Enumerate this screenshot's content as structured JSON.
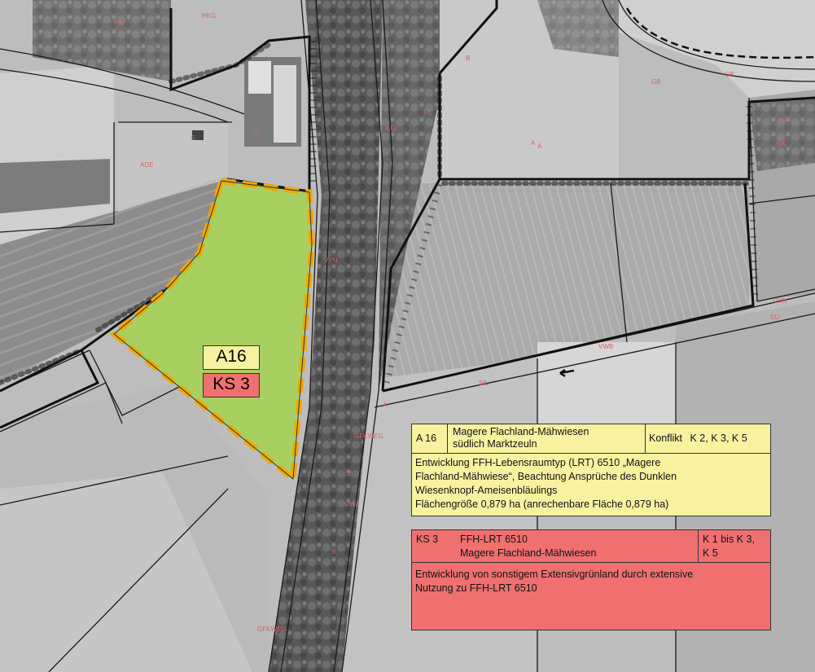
{
  "map": {
    "measure_id": "A16",
    "measure_code": "KS 3",
    "zone_labels": [
      "KG",
      "HKG",
      "A",
      "B",
      "KG",
      "GE",
      "S",
      "ADE",
      "VYN",
      "FE",
      "A",
      "GB",
      "KG",
      "VYN",
      "GB",
      "VWB",
      "SIL",
      "GFKWEG",
      "B",
      "B",
      "VYN",
      "A",
      "GFKWEG",
      "SU",
      "S"
    ],
    "colors": {
      "area_fill": "#a8d060",
      "area_border": "#f0a800",
      "label_a16_bg": "#f8f2a0",
      "label_ks3_bg": "#f07070",
      "zone_label_text": "#e06060"
    }
  },
  "legend_a16": {
    "id": "A 16",
    "title_line1": "Magere Flachland-Mähwiesen",
    "title_line2": "südlich Marktzeuln",
    "conflict_label": "Konflikt",
    "conflict_values": "K 2, K 3, K 5",
    "desc_line1": "Entwicklung FFH-Lebensraumtyp (LRT) 6510 „Magere",
    "desc_line2": "Flachland-Mähwiese“, Beachtung Ansprüche des Dunklen",
    "desc_line3": "Wiesenknopf-Ameisenbläulings",
    "desc_line4": "Flächengröße 0,879 ha (anrechenbare Fläche 0,879 ha)"
  },
  "legend_ks3": {
    "id": "KS 3",
    "title_line1": "FFH-LRT 6510",
    "title_line2": "Magere Flachland-Mähwiesen",
    "conflict_line1": "K 1 bis K 3,",
    "conflict_line2": "K 5",
    "desc_line1": "Entwicklung von sonstigem Extensivgrünland durch extensive",
    "desc_line2": "Nutzung zu FFH-LRT 6510"
  }
}
